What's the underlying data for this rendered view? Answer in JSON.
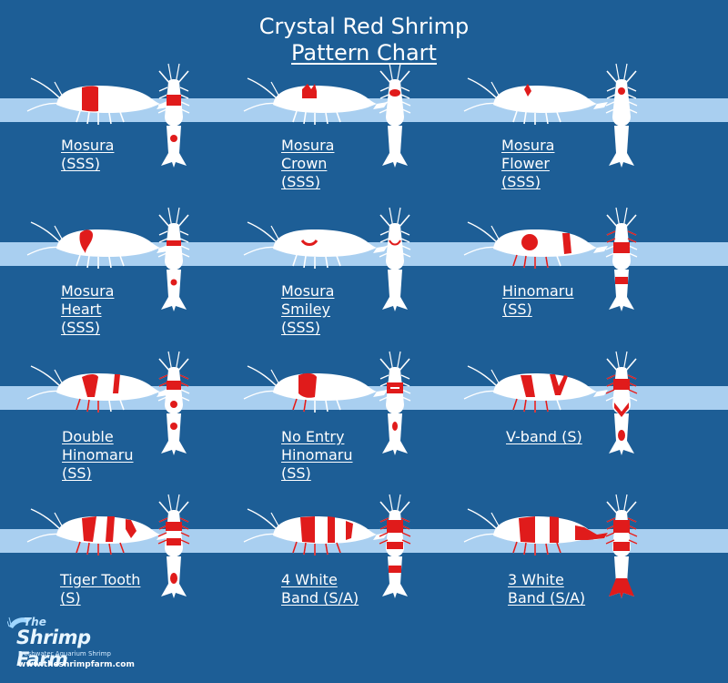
{
  "title_line1": "Crystal Red Shrimp",
  "title_line2": "Pattern Chart",
  "patterns": [
    {
      "lines": [
        "Mosura",
        "(SSS)"
      ]
    },
    {
      "lines": [
        "Mosura",
        "Crown",
        "(SSS)"
      ]
    },
    {
      "lines": [
        "Mosura",
        "Flower",
        "(SSS)"
      ]
    },
    {
      "lines": [
        "Mosura",
        "Heart",
        "(SSS)"
      ]
    },
    {
      "lines": [
        "Mosura",
        "Smiley",
        "(SSS)"
      ]
    },
    {
      "lines": [
        "Hinomaru",
        "(SS)"
      ]
    },
    {
      "lines": [
        "Double",
        "Hinomaru",
        "(SS)"
      ]
    },
    {
      "lines": [
        "No Entry",
        "Hinomaru",
        "(SS)"
      ]
    },
    {
      "lines": [
        "V-band (S)"
      ]
    },
    {
      "lines": [
        "Tiger Tooth",
        "(S)"
      ]
    },
    {
      "lines": [
        "4 White",
        "Band (S/A)"
      ]
    },
    {
      "lines": [
        "3 White",
        "Band (S/A)"
      ]
    }
  ],
  "logo": {
    "line1": "The",
    "line2": "Shrimp Farm",
    "tagline": "Freshwater Aquarium Shrimp",
    "url": "www.theshrimpfarm.com"
  },
  "colors": {
    "background": "#1d5e96",
    "band": "#a9cff0",
    "shrimp_white": "#ffffff",
    "shrimp_red": "#e01b1b"
  },
  "icons": [
    "shrimp-side-icon",
    "shrimp-top-icon",
    "shrimp-logo-icon"
  ]
}
